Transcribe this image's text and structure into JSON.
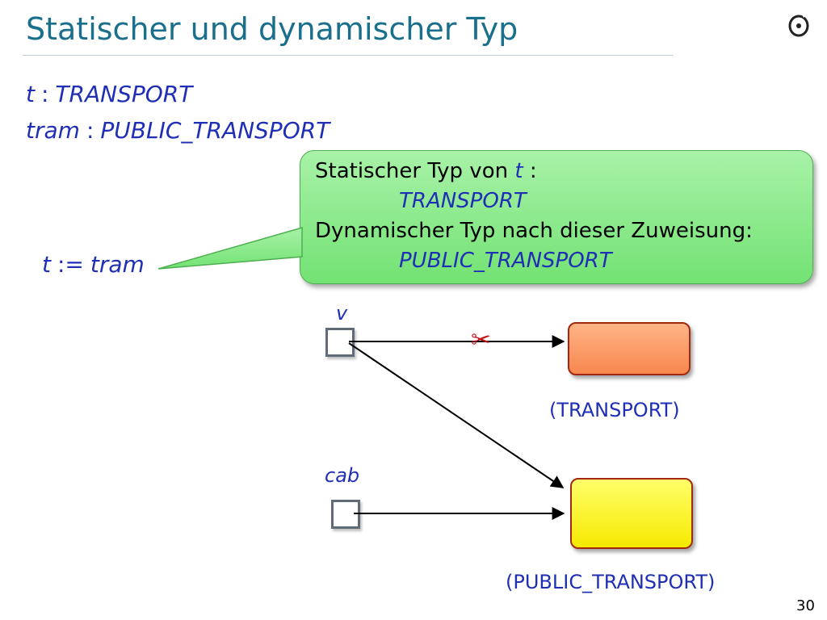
{
  "slide": {
    "title": "Statischer und dynamischer Typ",
    "page_number": "30"
  },
  "declarations": [
    {
      "var": "t",
      "sep": ":",
      "type": "TRANSPORT"
    },
    {
      "var": "tram",
      "sep": ":",
      "type": "PUBLIC_TRANSPORT"
    }
  ],
  "assignment": {
    "target": "t",
    "op": ":=",
    "source": "tram"
  },
  "callout": {
    "line1_prefix": "Statischer Typ von",
    "line1_var": "t",
    "line1_suffix": ":",
    "line2": "TRANSPORT",
    "line3": "Dynamischer Typ nach dieser Zuweisung:",
    "line4": "PUBLIC_TRANSPORT"
  },
  "diagram": {
    "ref_v_label": "v",
    "ref_cab_label": "cab",
    "obj_transport_label": "(TRANSPORT)",
    "obj_public_label": "(PUBLIC_TRANSPORT)",
    "cut_glyph": "✂"
  },
  "colors": {
    "title": "#1a6f8c",
    "code_text": "#1f2fb5",
    "callout_fill": "#8ee98e",
    "transport_obj": "#f7874f",
    "public_obj": "#f6ea00",
    "cut_mark": "#c0141c"
  }
}
